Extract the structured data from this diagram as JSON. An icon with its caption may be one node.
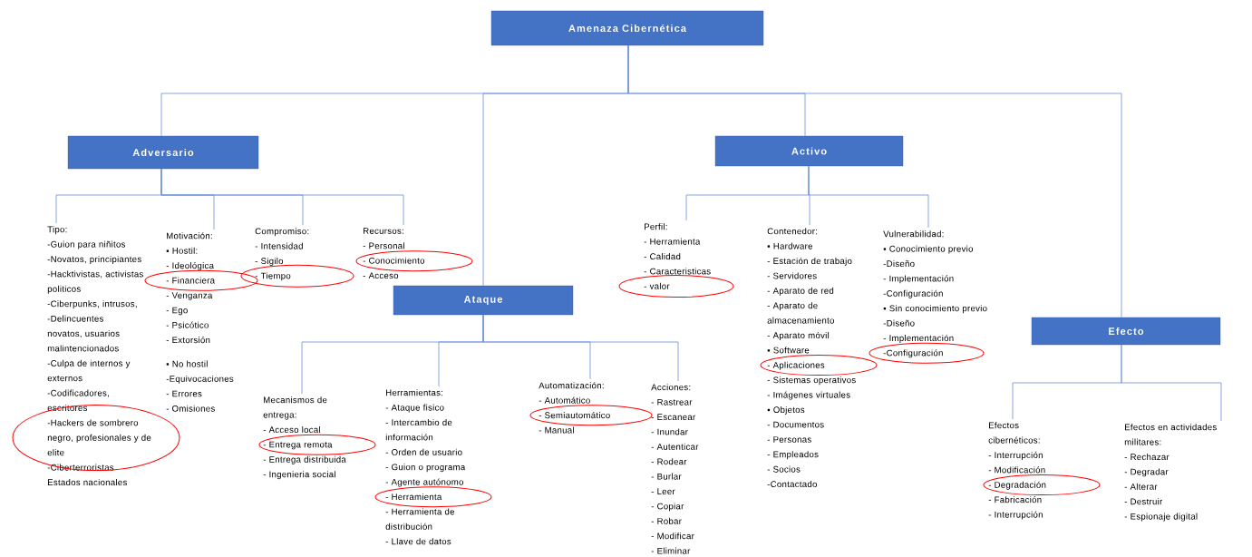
{
  "diagram": {
    "nodes": [
      {
        "text": [
          "Amenaza Cibernética"
        ]
      },
      {
        "text": [
          "Adversario"
        ]
      },
      {
        "text": [
          "Ataque"
        ]
      },
      {
        "text": [
          "Activo"
        ]
      },
      {
        "text": [
          "Efecto"
        ]
      },
      {
        "text": [
          "Tipo:",
          "-Guion para niñitos",
          "-Novatos, principiantes",
          "-Hacktivistas, activistas politicos",
          "-Ciberpunks, intrusos,",
          "-Delincuentes novatos, usuarios malintencionados",
          "-Culpa de internos y externos",
          "-Codificadores, escritores",
          "-Hackers de sombrero negro, profesionales y de elite",
          "-Ciberterroristas",
          "Estados nacionales"
        ]
      },
      {
        "text": [
          "Motivación:",
          "▪ Hostil:",
          "- Ideológica",
          "- Financiera",
          "- Venganza",
          "- Ego",
          "- Psicótico",
          "- Extorsión",
          "▪ No hostil",
          "-Equivocaciones",
          "- Errores",
          "- Omisiones"
        ]
      },
      {
        "text": [
          "Compromiso:",
          "- Intensidad",
          "- Sigilo",
          "- Tiempo"
        ]
      },
      {
        "text": [
          "Recursos:",
          "- Personal",
          "- Conocimiento",
          "- Acceso"
        ]
      },
      {
        "text": [
          "Perfil:",
          "- Herramienta",
          "- Calidad",
          "- Caracteristicas",
          "- valor"
        ]
      },
      {
        "text": [
          "Contenedor:",
          "▪ Hardware",
          "- Estación de trabajo",
          "- Servidores",
          "- Aparato de red",
          "- Aparato de almacenamiento",
          "- Aparato móvil",
          "▪ Software",
          "- Aplicaciones",
          "- Sistemas operativos",
          "- Imágenes virtuales",
          "▪ Objetos",
          "- Documentos",
          "- Personas",
          "- Empleados",
          "- Socios",
          "-Contactado"
        ]
      },
      {
        "text": [
          "Vulnerabilidad:",
          "▪ Conocimiento previo",
          "-Diseño",
          "- Implementación",
          "-Configuración",
          "▪ Sin conocimiento previo",
          "-Diseño",
          "- Implementación",
          "-Configuración"
        ]
      },
      {
        "text": [
          "Mecanismos de entrega:",
          "- Acceso local",
          "- Entrega remota",
          "- Entrega distribuida",
          "- Ingenieria social"
        ]
      },
      {
        "text": [
          "Herramientas:",
          "- Ataque fisico",
          "- Intercambio de información",
          "- Orden de usuario",
          "- Guion o programa",
          "- Agente autónomo",
          "- Herramienta",
          "- Herramienta de distribución",
          "- Llave de datos"
        ]
      },
      {
        "text": [
          "Automatización:",
          "- Automático",
          "- Semiautomático",
          "- Manual"
        ]
      },
      {
        "text": [
          "Acciones:",
          "- Rastrear",
          "- Escanear",
          "- Inundar",
          "- Autenticar",
          "- Rodear",
          "- Burlar",
          "- Leer",
          "- Copiar",
          "- Robar",
          "- Modificar",
          "- Eliminar"
        ]
      },
      {
        "text": [
          "Efectos cibernéticos:",
          "- Interrupción",
          "- Modificación",
          "- Degradación",
          "- Fabricación",
          "- Interrupción"
        ]
      },
      {
        "text": [
          "Efectos en actividades militares:",
          "- Rechazar",
          "- Degradar",
          "- Alterar",
          "- Destruir",
          "- Espionaje digital"
        ]
      }
    ],
    "edges": [
      {
        "from": 0,
        "to": 1,
        "arrow": "none"
      },
      {
        "from": 0,
        "to": 2,
        "arrow": "none"
      },
      {
        "from": 0,
        "to": 3,
        "arrow": "none"
      },
      {
        "from": 0,
        "to": 4,
        "arrow": "none"
      },
      {
        "from": 1,
        "to": 5,
        "arrow": "none"
      },
      {
        "from": 1,
        "to": 6,
        "arrow": "none"
      },
      {
        "from": 1,
        "to": 7,
        "arrow": "none"
      },
      {
        "from": 1,
        "to": 8,
        "arrow": "none"
      },
      {
        "from": 3,
        "to": 9,
        "arrow": "none"
      },
      {
        "from": 3,
        "to": 10,
        "arrow": "none"
      },
      {
        "from": 3,
        "to": 11,
        "arrow": "none"
      },
      {
        "from": 2,
        "to": 12,
        "arrow": "none"
      },
      {
        "from": 2,
        "to": 13,
        "arrow": "none"
      },
      {
        "from": 2,
        "to": 14,
        "arrow": "none"
      },
      {
        "from": 2,
        "to": 15,
        "arrow": "none"
      },
      {
        "from": 4,
        "to": 16,
        "arrow": "none"
      },
      {
        "from": 4,
        "to": 17,
        "arrow": "none"
      }
    ]
  }
}
